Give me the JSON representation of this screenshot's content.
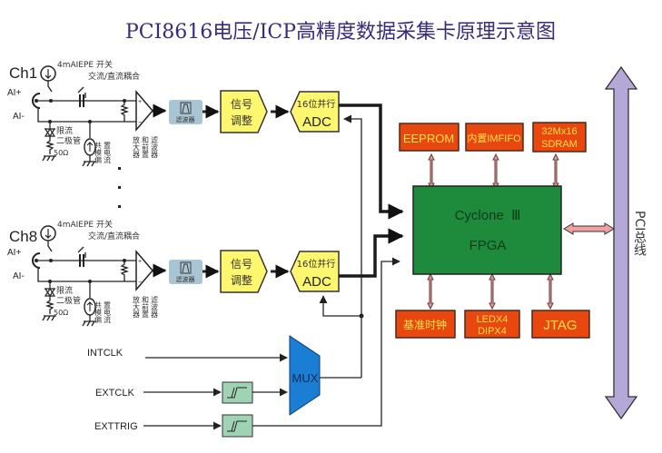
{
  "title": "PCI8616电压/ICP高精度数据采集卡原理示意图",
  "channels": [
    {
      "name": "Ch1",
      "ai_plus": "AI+",
      "ai_minus": "AI-",
      "iepe_switch": "4mAIEPE 开关",
      "coupling": "交流/直流耦合",
      "limiter": [
        "限流",
        "二极管"
      ],
      "resistor": "50Ω",
      "bias": [
        "共模偏",
        "置电流"
      ],
      "amp": [
        "放大器",
        "和前置",
        "滤波器"
      ],
      "filter": "滤波器",
      "conditioning": [
        "信号",
        "调整"
      ],
      "adc_top": "16位并行",
      "adc_bottom": "ADC"
    },
    {
      "name": "Ch8",
      "ai_plus": "AI+",
      "ai_minus": "AI-",
      "iepe_switch": "4mAIEPE 开关",
      "coupling": "交流/直流耦合",
      "limiter": [
        "限流",
        "二极管"
      ],
      "resistor": "50Ω",
      "bias": [
        "共模偏",
        "置电流"
      ],
      "amp": [
        "放大器",
        "和前置",
        "滤波器"
      ],
      "filter": "滤波器",
      "conditioning": [
        "信号",
        "调整"
      ],
      "adc_top": "16位并行",
      "adc_bottom": "ADC"
    }
  ],
  "fpga": {
    "line1": "Cyclone  Ⅲ",
    "line2": "FPGA",
    "color": "#1e8a3c"
  },
  "peripherals_top": [
    {
      "label": "EEPROM"
    },
    {
      "label": "内置IMFIFO"
    },
    {
      "label": "32Mx16",
      "label2": "SDRAM"
    }
  ],
  "peripherals_bottom": [
    {
      "label": "基准时钟"
    },
    {
      "label": "LEDX4",
      "label2": "DIPX4"
    },
    {
      "label": "JTAG"
    }
  ],
  "bus": {
    "label": "PCI总线",
    "color": "#b3a8d8"
  },
  "clock": {
    "intclk": "INTCLK",
    "extclk": "EXTCLK",
    "exttrig": "EXTTRIG",
    "mux": "MUX",
    "mux_color": "#1a7fd4"
  },
  "colors": {
    "orange_box": "#e8470f",
    "yellow_box": "#fdf66f",
    "filter_box": "#a9c4d2",
    "schmitt_box": "#9fd3b4"
  }
}
